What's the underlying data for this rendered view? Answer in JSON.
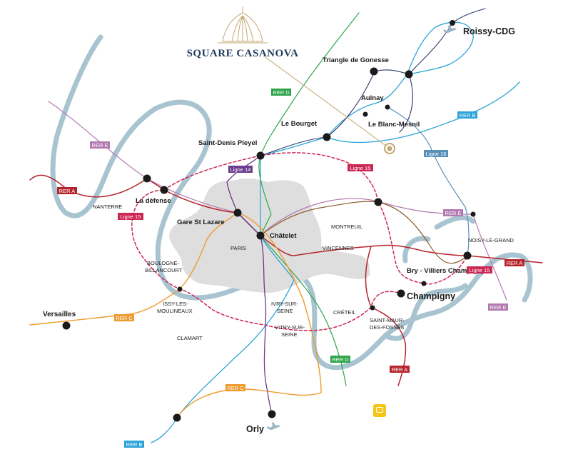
{
  "brand": {
    "title": "SQUARE CASANOVA"
  },
  "stations": [
    {
      "id": "roissy",
      "name": "Roissy-CDG"
    },
    {
      "id": "gonesse",
      "name": "Triangle de Gonesse"
    },
    {
      "id": "aulnay",
      "name": "Aulnay"
    },
    {
      "id": "bourget",
      "name": "Le Bourget"
    },
    {
      "id": "blanc-mesnil",
      "name": "Le Blanc-Mesnil"
    },
    {
      "id": "st-denis",
      "name": "Saint-Denis Pleyel"
    },
    {
      "id": "defense",
      "name": "La défense"
    },
    {
      "id": "st-lazare",
      "name": "Gare St Lazare"
    },
    {
      "id": "chatelet",
      "name": "Châtelet"
    },
    {
      "id": "bry",
      "name": "Bry - Villiers Champigny"
    },
    {
      "id": "champigny",
      "name": "Champigny"
    },
    {
      "id": "versailles",
      "name": "Versailles"
    },
    {
      "id": "orly",
      "name": "Orly"
    }
  ],
  "areas": {
    "nanterre": "NANTERRE",
    "montreuil": "MONTREUIL",
    "paris": "PARIS",
    "vincennes": "VINCENNES",
    "noisy": "NOISY-LE-GRAND",
    "boulogne_1": "BOULOGNE-",
    "boulogne_2": "BILLANCOURT",
    "issy_1": "ISSY-LES-",
    "issy_2": "MOULINEAUX",
    "ivry_1": "IVRY-SUR-",
    "ivry_2": "SEINE",
    "creteil": "CRÉTEIL",
    "vitry_1": "VITRY-SUR-",
    "vitry_2": "SEINE",
    "st_maur_1": "SAINT-MAUR-",
    "st_maur_2": "DES-FOSSÉS",
    "clamart": "CLAMART"
  },
  "line_tags": {
    "rer_d_top": "RER D",
    "rer_b_east": "RER B",
    "rer_e_west": "RER E",
    "ligne16": "Ligne 16",
    "ligne14": "Ligne 14",
    "ligne15_north": "Ligne 15",
    "rer_a_west": "RER A",
    "ligne15_west": "Ligne 15",
    "rer_e_east": "RER E",
    "rer_a_east": "RER A",
    "ligne15_east": "Ligne 15",
    "rer_e_se": "RER E",
    "rer_c_west": "RER C",
    "rer_d_south": "RER D",
    "rer_a_south": "RER A",
    "rer_c_south": "RER C",
    "rer_b_south": "RER B"
  },
  "colors": {
    "seine": "#a9c4d1",
    "paris": "#dedede",
    "rer_a": "#b5242c",
    "rer_b": "#2ba3d8",
    "rer_c": "#ee9a2e",
    "rer_d": "#2ea449",
    "rer_e": "#b279b0",
    "ligne14": "#6a3b8e",
    "ligne15": "#cc2652",
    "ligne16": "#5a8fb8",
    "brand": "#1e3a5c",
    "gold": "#c2a770"
  }
}
